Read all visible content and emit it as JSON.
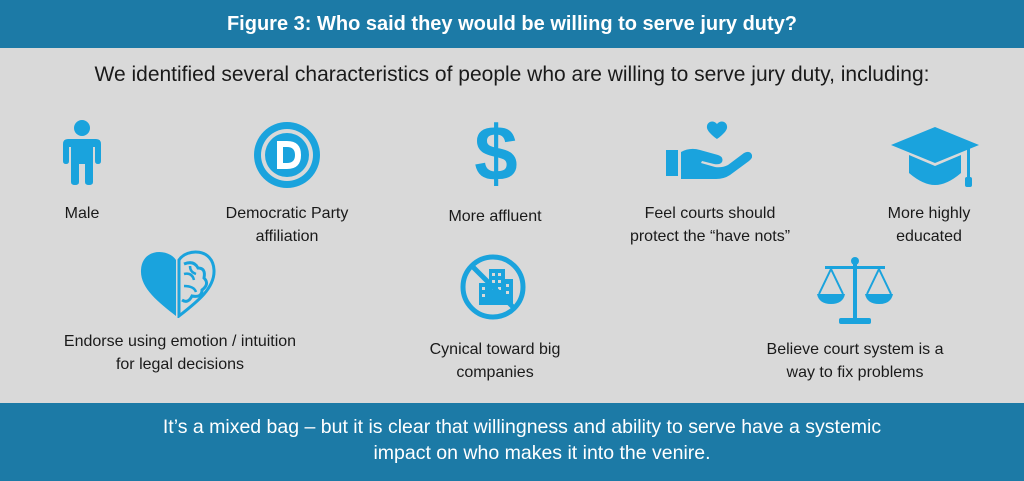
{
  "title": "Figure 3: Who said they would be willing to serve jury duty?",
  "intro": "We identified several characteristics of people who are willing to serve jury duty, including:",
  "items": [
    {
      "icon": "male-person-icon",
      "lines": [
        "Male"
      ]
    },
    {
      "icon": "democratic-party-icon",
      "lines": [
        "Democratic Party",
        "affiliation"
      ]
    },
    {
      "icon": "dollar-sign-icon",
      "lines": [
        "More affluent"
      ]
    },
    {
      "icon": "hand-heart-icon",
      "lines": [
        "Feel courts should",
        "protect the “have nots”"
      ]
    },
    {
      "icon": "graduation-cap-icon",
      "lines": [
        "More highly",
        "educated"
      ]
    },
    {
      "icon": "heart-brain-icon",
      "lines": [
        "Endorse using emotion / intuition",
        "for legal decisions"
      ]
    },
    {
      "icon": "no-big-companies-icon",
      "lines": [
        "Cynical toward big",
        "companies"
      ]
    },
    {
      "icon": "scales-of-justice-icon",
      "lines": [
        "Believe court system is a",
        "way to fix problems"
      ]
    }
  ],
  "footer": {
    "line1": "It’s a mixed bag – but it is clear that willingness and ability to serve have a systemic",
    "line2": "impact on who makes it into the venire."
  },
  "colors": {
    "accent": "#1c7aa6",
    "icon": "#1aa3dd",
    "background": "#d9d9d9"
  }
}
